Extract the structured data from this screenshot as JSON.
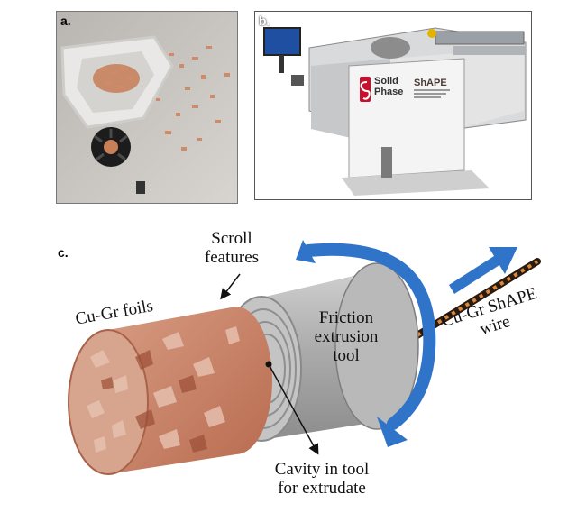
{
  "panels": {
    "a": {
      "label": "a."
    },
    "b": {
      "label": "b.",
      "brand_line1": "Solid",
      "brand_line2": "Phase",
      "product": "ShAPE"
    },
    "c": {
      "label": "c."
    }
  },
  "diagram": {
    "scroll_features": [
      "Scroll",
      "features"
    ],
    "cu_gr_foils": "Cu-Gr foils",
    "tool": [
      "Friction",
      "extrusion",
      "tool"
    ],
    "wire": [
      "Cu-Gr ShAPE",
      "wire"
    ],
    "cavity": [
      "Cavity in tool",
      "for extrudate"
    ]
  },
  "colors": {
    "copper": "#c97a5c",
    "tool_gray": "#a9a9a9",
    "arrow_blue": "#2f74c8"
  }
}
